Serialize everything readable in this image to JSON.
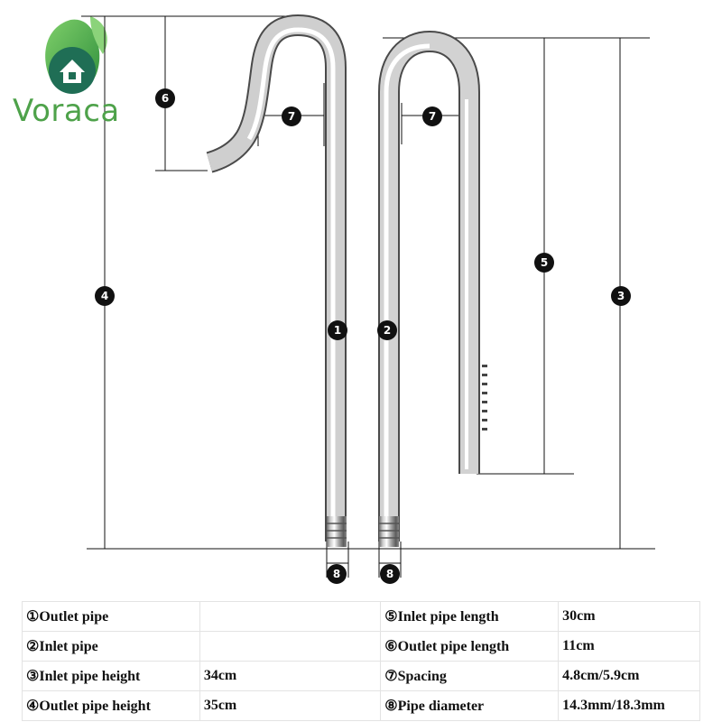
{
  "brand": {
    "name": "Voraca",
    "logo_icon": "leaf-house-icon",
    "color": "#4ea24a"
  },
  "diagram": {
    "pipes": [
      {
        "marker": "1",
        "name": "outlet-pipe"
      },
      {
        "marker": "2",
        "name": "inlet-pipe"
      }
    ],
    "markers": [
      "1",
      "2",
      "3",
      "4",
      "5",
      "6",
      "7",
      "8"
    ]
  },
  "specs": {
    "rows": [
      {
        "l1": "①Outlet pipe",
        "v1": "",
        "l2": "⑤Inlet pipe length",
        "v2": "30cm"
      },
      {
        "l1": "②Inlet pipe",
        "v1": "",
        "l2": "⑥Outlet pipe length",
        "v2": "11cm"
      },
      {
        "l1": "③Inlet pipe height",
        "v1": "34cm",
        "l2": "⑦Spacing",
        "v2": "4.8cm/5.9cm"
      },
      {
        "l1": "④Outlet pipe height",
        "v1": "35cm",
        "l2": "⑧Pipe diameter",
        "v2": "14.3mm/18.3mm"
      }
    ]
  }
}
